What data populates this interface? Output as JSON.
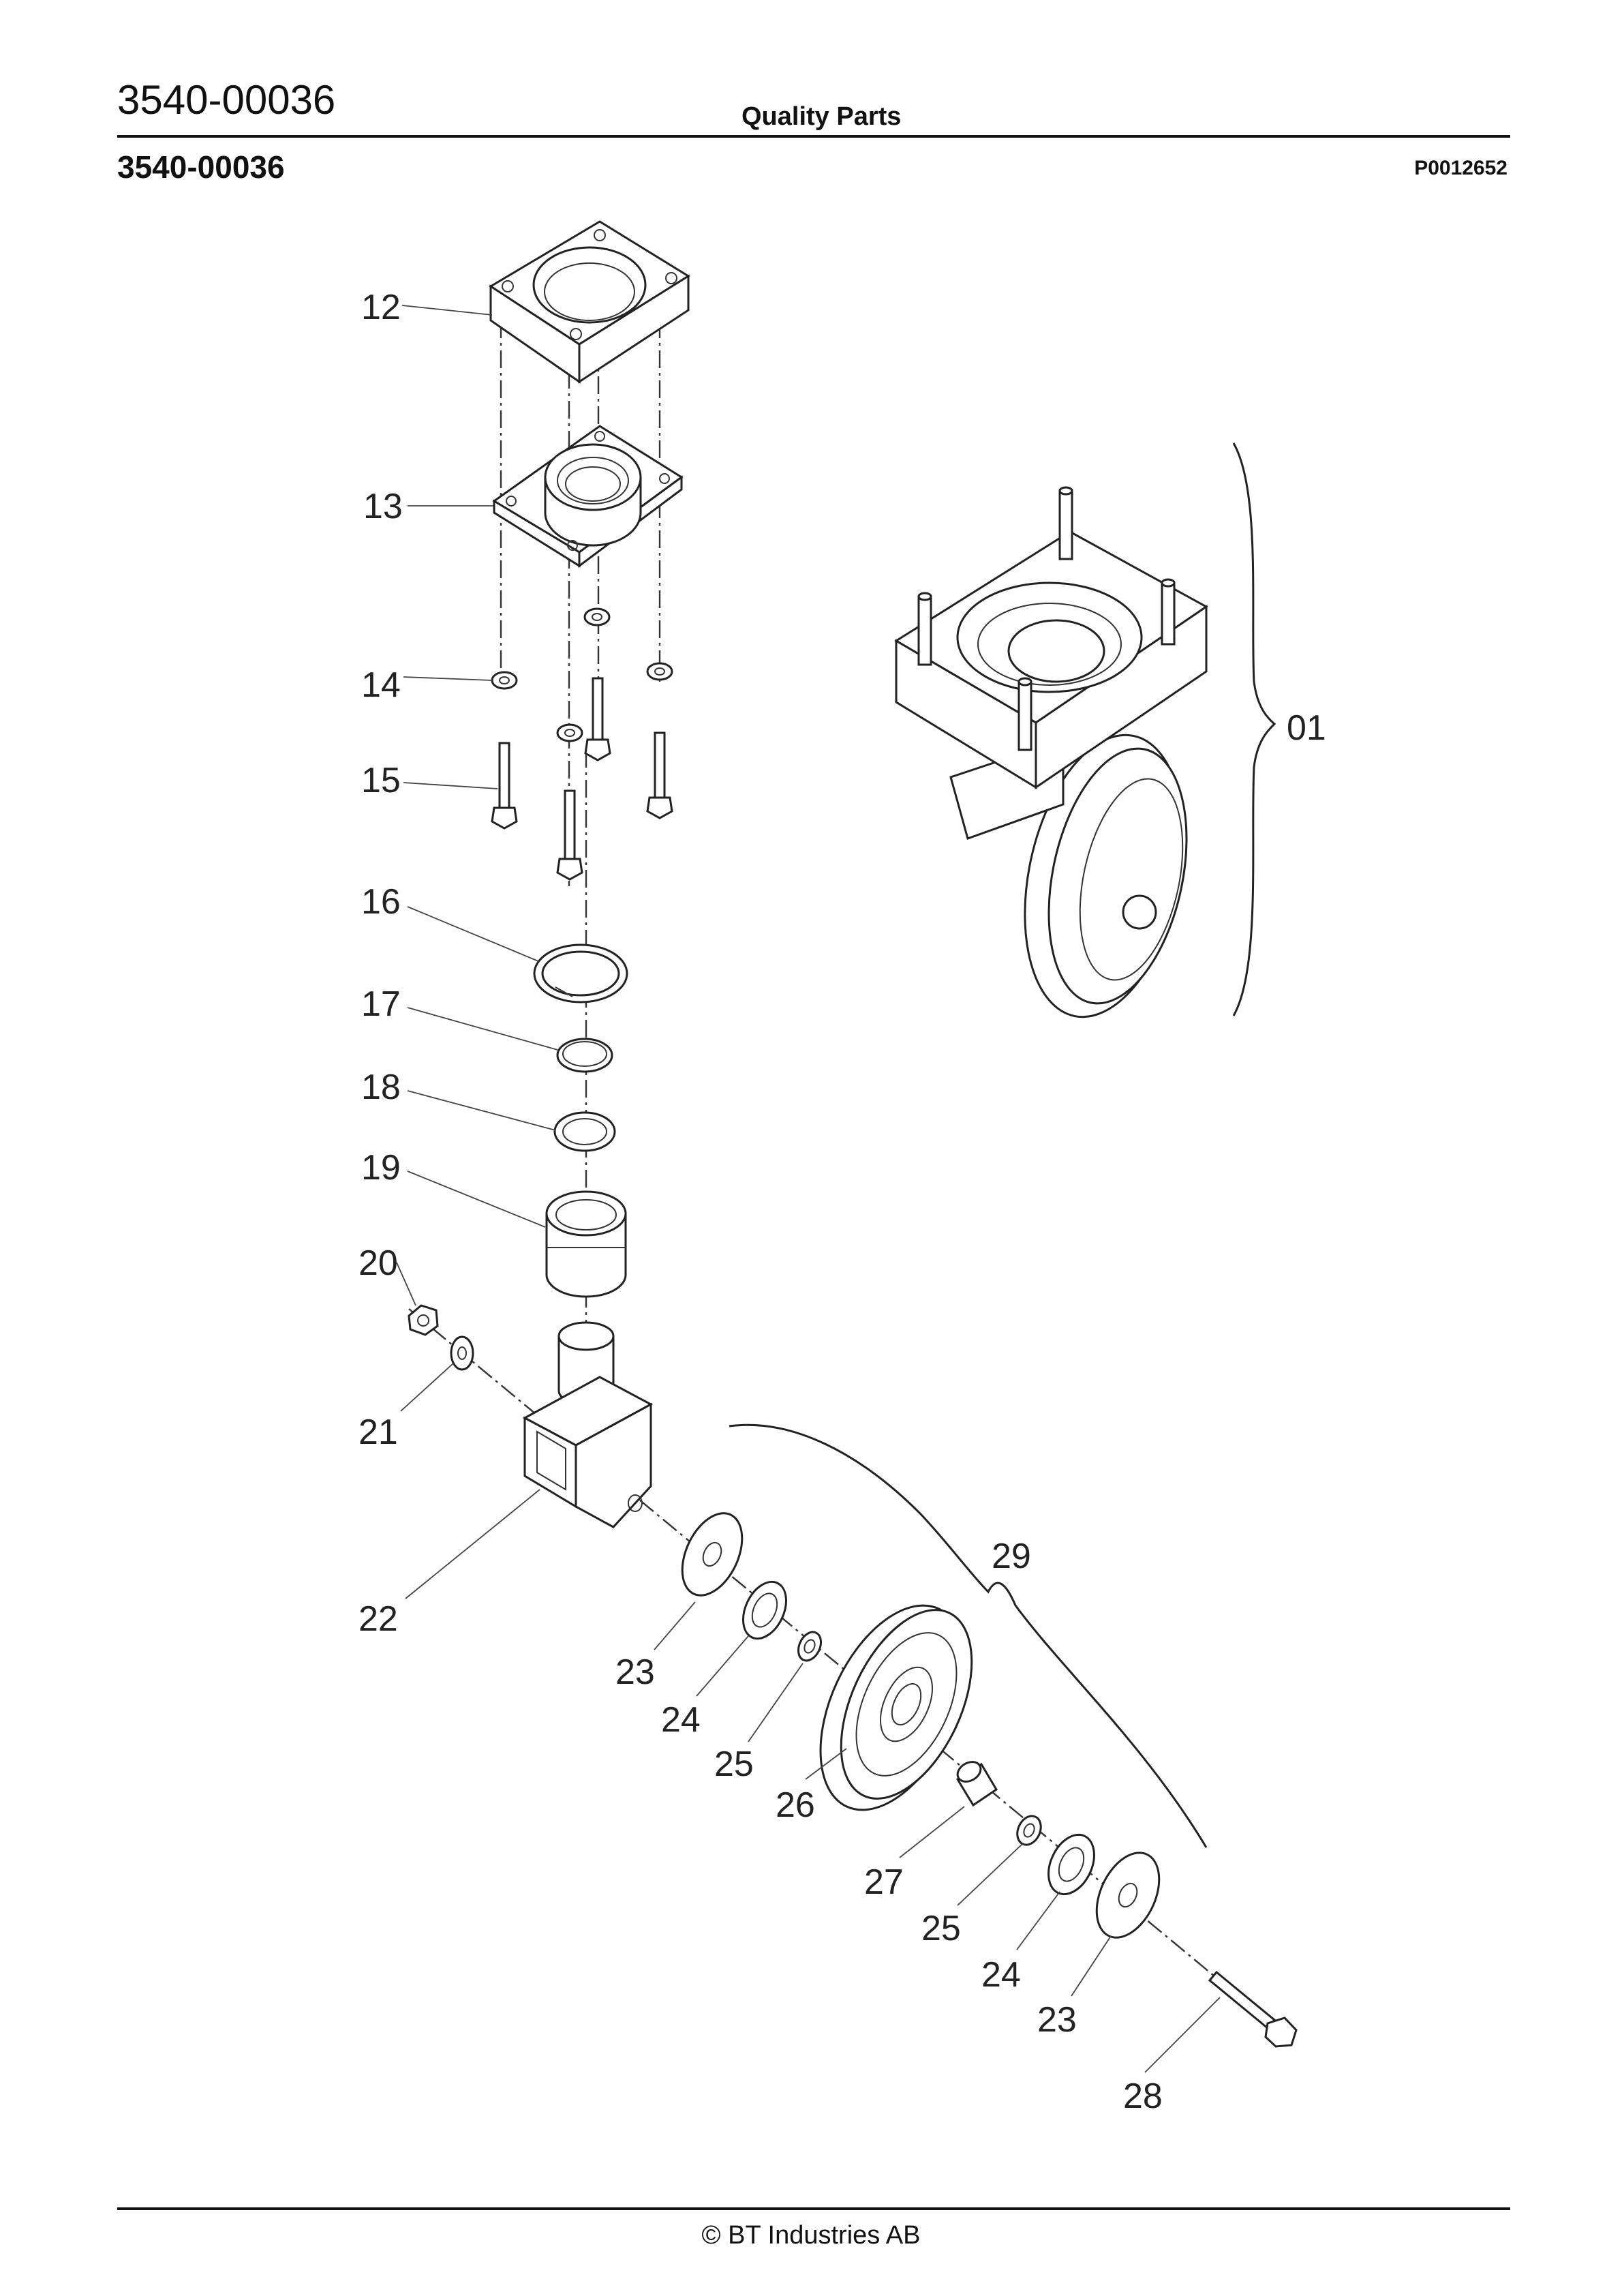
{
  "header": {
    "part_number": "3540-00036",
    "title": "Quality Parts",
    "sub_part_number": "3540-00036",
    "drawing_ref": "P0012652"
  },
  "footer": {
    "copyright": "© BT Industries AB"
  },
  "callouts": {
    "c01": "01",
    "c12": "12",
    "c13": "13",
    "c14": "14",
    "c15": "15",
    "c16": "16",
    "c17": "17",
    "c18": "18",
    "c19": "19",
    "c20": "20",
    "c21": "21",
    "c22": "22",
    "c23a": "23",
    "c24a": "24",
    "c25a": "25",
    "c26": "26",
    "c27": "27",
    "c25b": "25",
    "c24b": "24",
    "c23b": "23",
    "c28": "28",
    "c29": "29"
  }
}
